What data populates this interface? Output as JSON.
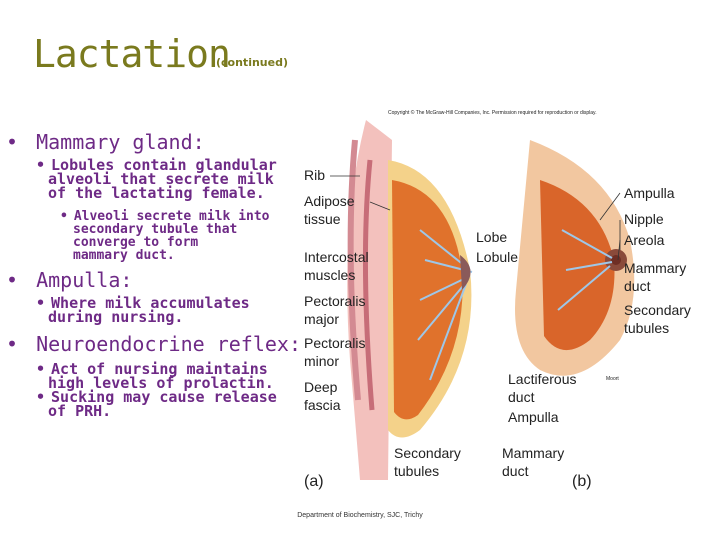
{
  "slide": {
    "title": "Lactation",
    "subtitle": "(continued)",
    "bullets": {
      "mammary": "Mammary gland:",
      "lobules_1": "Lobules contain glandular",
      "lobules_2": "alveoli that secrete milk",
      "lobules_3": "of the lactating female.",
      "alveoli_1": "Alveoli secrete milk into",
      "alveoli_2": "secondary tubule that",
      "alveoli_3": "converge to form",
      "alveoli_4": "mammary duct.",
      "ampulla": "Ampulla:",
      "ampulla_sub_1": "Where milk accumulates",
      "ampulla_sub_2": "during nursing.",
      "reflex": "Neuroendocrine reflex:",
      "reflex_sub1_1": "Act of nursing maintains",
      "reflex_sub1_2": "high levels of prolactin.",
      "reflex_sub2_1": "Sucking may cause release",
      "reflex_sub2_2": "of PRH."
    },
    "footer": "Department of Biochemistry, SJC, Trichy"
  },
  "figure": {
    "copyright": "Copyright © The McGraw-Hill Companies, Inc. Permission required for reproduction or display.",
    "left_labels": {
      "rib": "Rib",
      "adipose_1": "Adipose",
      "adipose_2": "tissue",
      "intercostal_1": "Intercostal",
      "intercostal_2": "muscles",
      "pect_major_1": "Pectoralis",
      "pect_major_2": "major",
      "pect_minor_1": "Pectoralis",
      "pect_minor_2": "minor",
      "deep_1": "Deep",
      "deep_2": "fascia"
    },
    "center_labels": {
      "lobe": "Lobe",
      "lobule": "Lobule",
      "lactiferous_1": "Lactiferous",
      "lactiferous_2": "duct",
      "ampulla": "Ampulla",
      "sec_tubules_1": "Secondary",
      "sec_tubules_2": "tubules",
      "mammary_duct_1": "Mammary",
      "mammary_duct_2": "duct"
    },
    "right_labels": {
      "ampulla": "Ampulla",
      "nipple": "Nipple",
      "areola": "Areola",
      "mammary_duct_1": "Mammary",
      "mammary_duct_2": "duct",
      "secondary_1": "Secondary",
      "secondary_2": "tubules"
    },
    "panel_a": "(a)",
    "panel_b": "(b)",
    "credit": "Moort"
  }
}
